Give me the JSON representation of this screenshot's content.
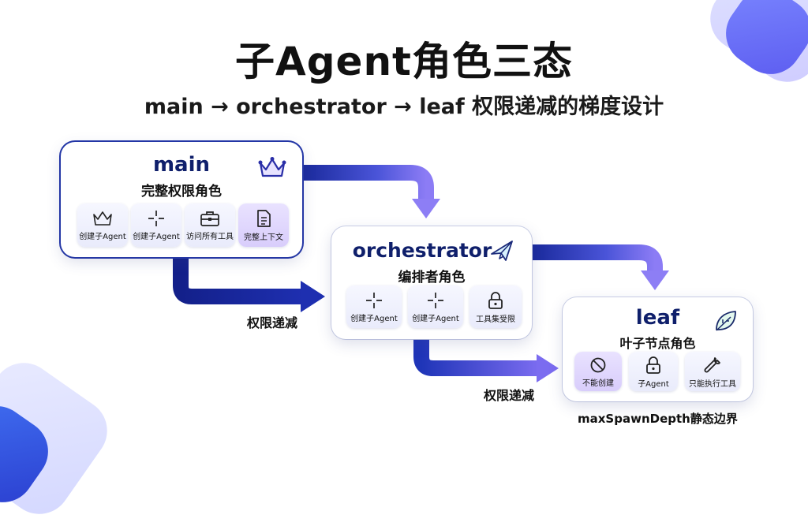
{
  "title": "子Agent角色三态",
  "subtitle": "main → orchestrator → leaf 权限递减的梯度设计",
  "colors": {
    "dark_blue": "#1a2a9c",
    "violet": "#7b6cf0",
    "accent_blue": "#3b5bdb"
  },
  "nodes": {
    "main": {
      "name": "main",
      "role": "完整权限角色",
      "badge_icon": "crown-icon",
      "tiles": [
        {
          "icon": "crown-icon",
          "label": "创建子Agent"
        },
        {
          "icon": "crosshair-icon",
          "label": "创建子Agent"
        },
        {
          "icon": "briefcase-icon",
          "label": "访问所有工具"
        },
        {
          "icon": "document-icon",
          "label": "完整上下文"
        }
      ]
    },
    "orchestrator": {
      "name": "orchestrator",
      "role": "编排者角色",
      "badge_icon": "paper-plane-icon",
      "tiles": [
        {
          "icon": "crosshair-icon",
          "label": "创建子Agent"
        },
        {
          "icon": "crosshair-icon",
          "label": "创建子Agent"
        },
        {
          "icon": "lock-icon",
          "label": "工具集受限"
        }
      ]
    },
    "leaf": {
      "name": "leaf",
      "role": "叶子节点角色",
      "badge_icon": "leaf-icon",
      "tiles": [
        {
          "icon": "prohibited-icon",
          "label": "不能创建"
        },
        {
          "icon": "lock-icon",
          "label": "子Agent"
        },
        {
          "icon": "wrench-icon",
          "label": "只能执行工具"
        }
      ]
    }
  },
  "flow_labels": [
    "权限递减",
    "权限递减"
  ],
  "footer": "maxSpawnDepth静态边界"
}
